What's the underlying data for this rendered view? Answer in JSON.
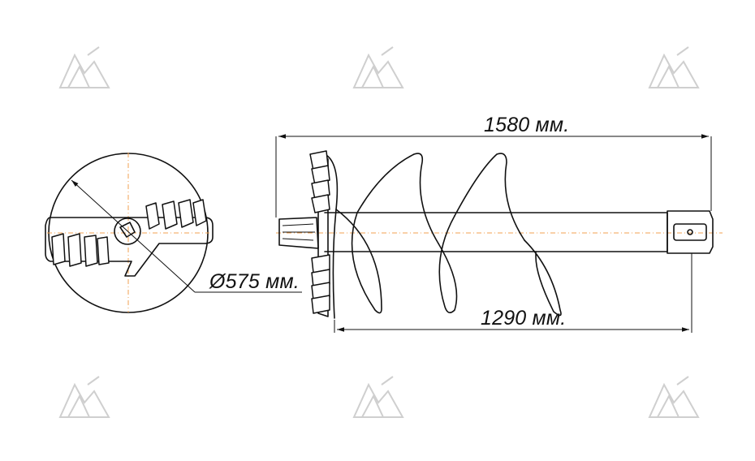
{
  "dimensions": {
    "total_length": "1580 мм.",
    "auger_length": "1290 мм.",
    "diameter": "Ø575 мм."
  },
  "icons": {
    "watermark": "logo-watermark-icon"
  },
  "colors": {
    "line": "#111111",
    "centerline": "#f0a050",
    "watermark": "#cfcfcf"
  }
}
